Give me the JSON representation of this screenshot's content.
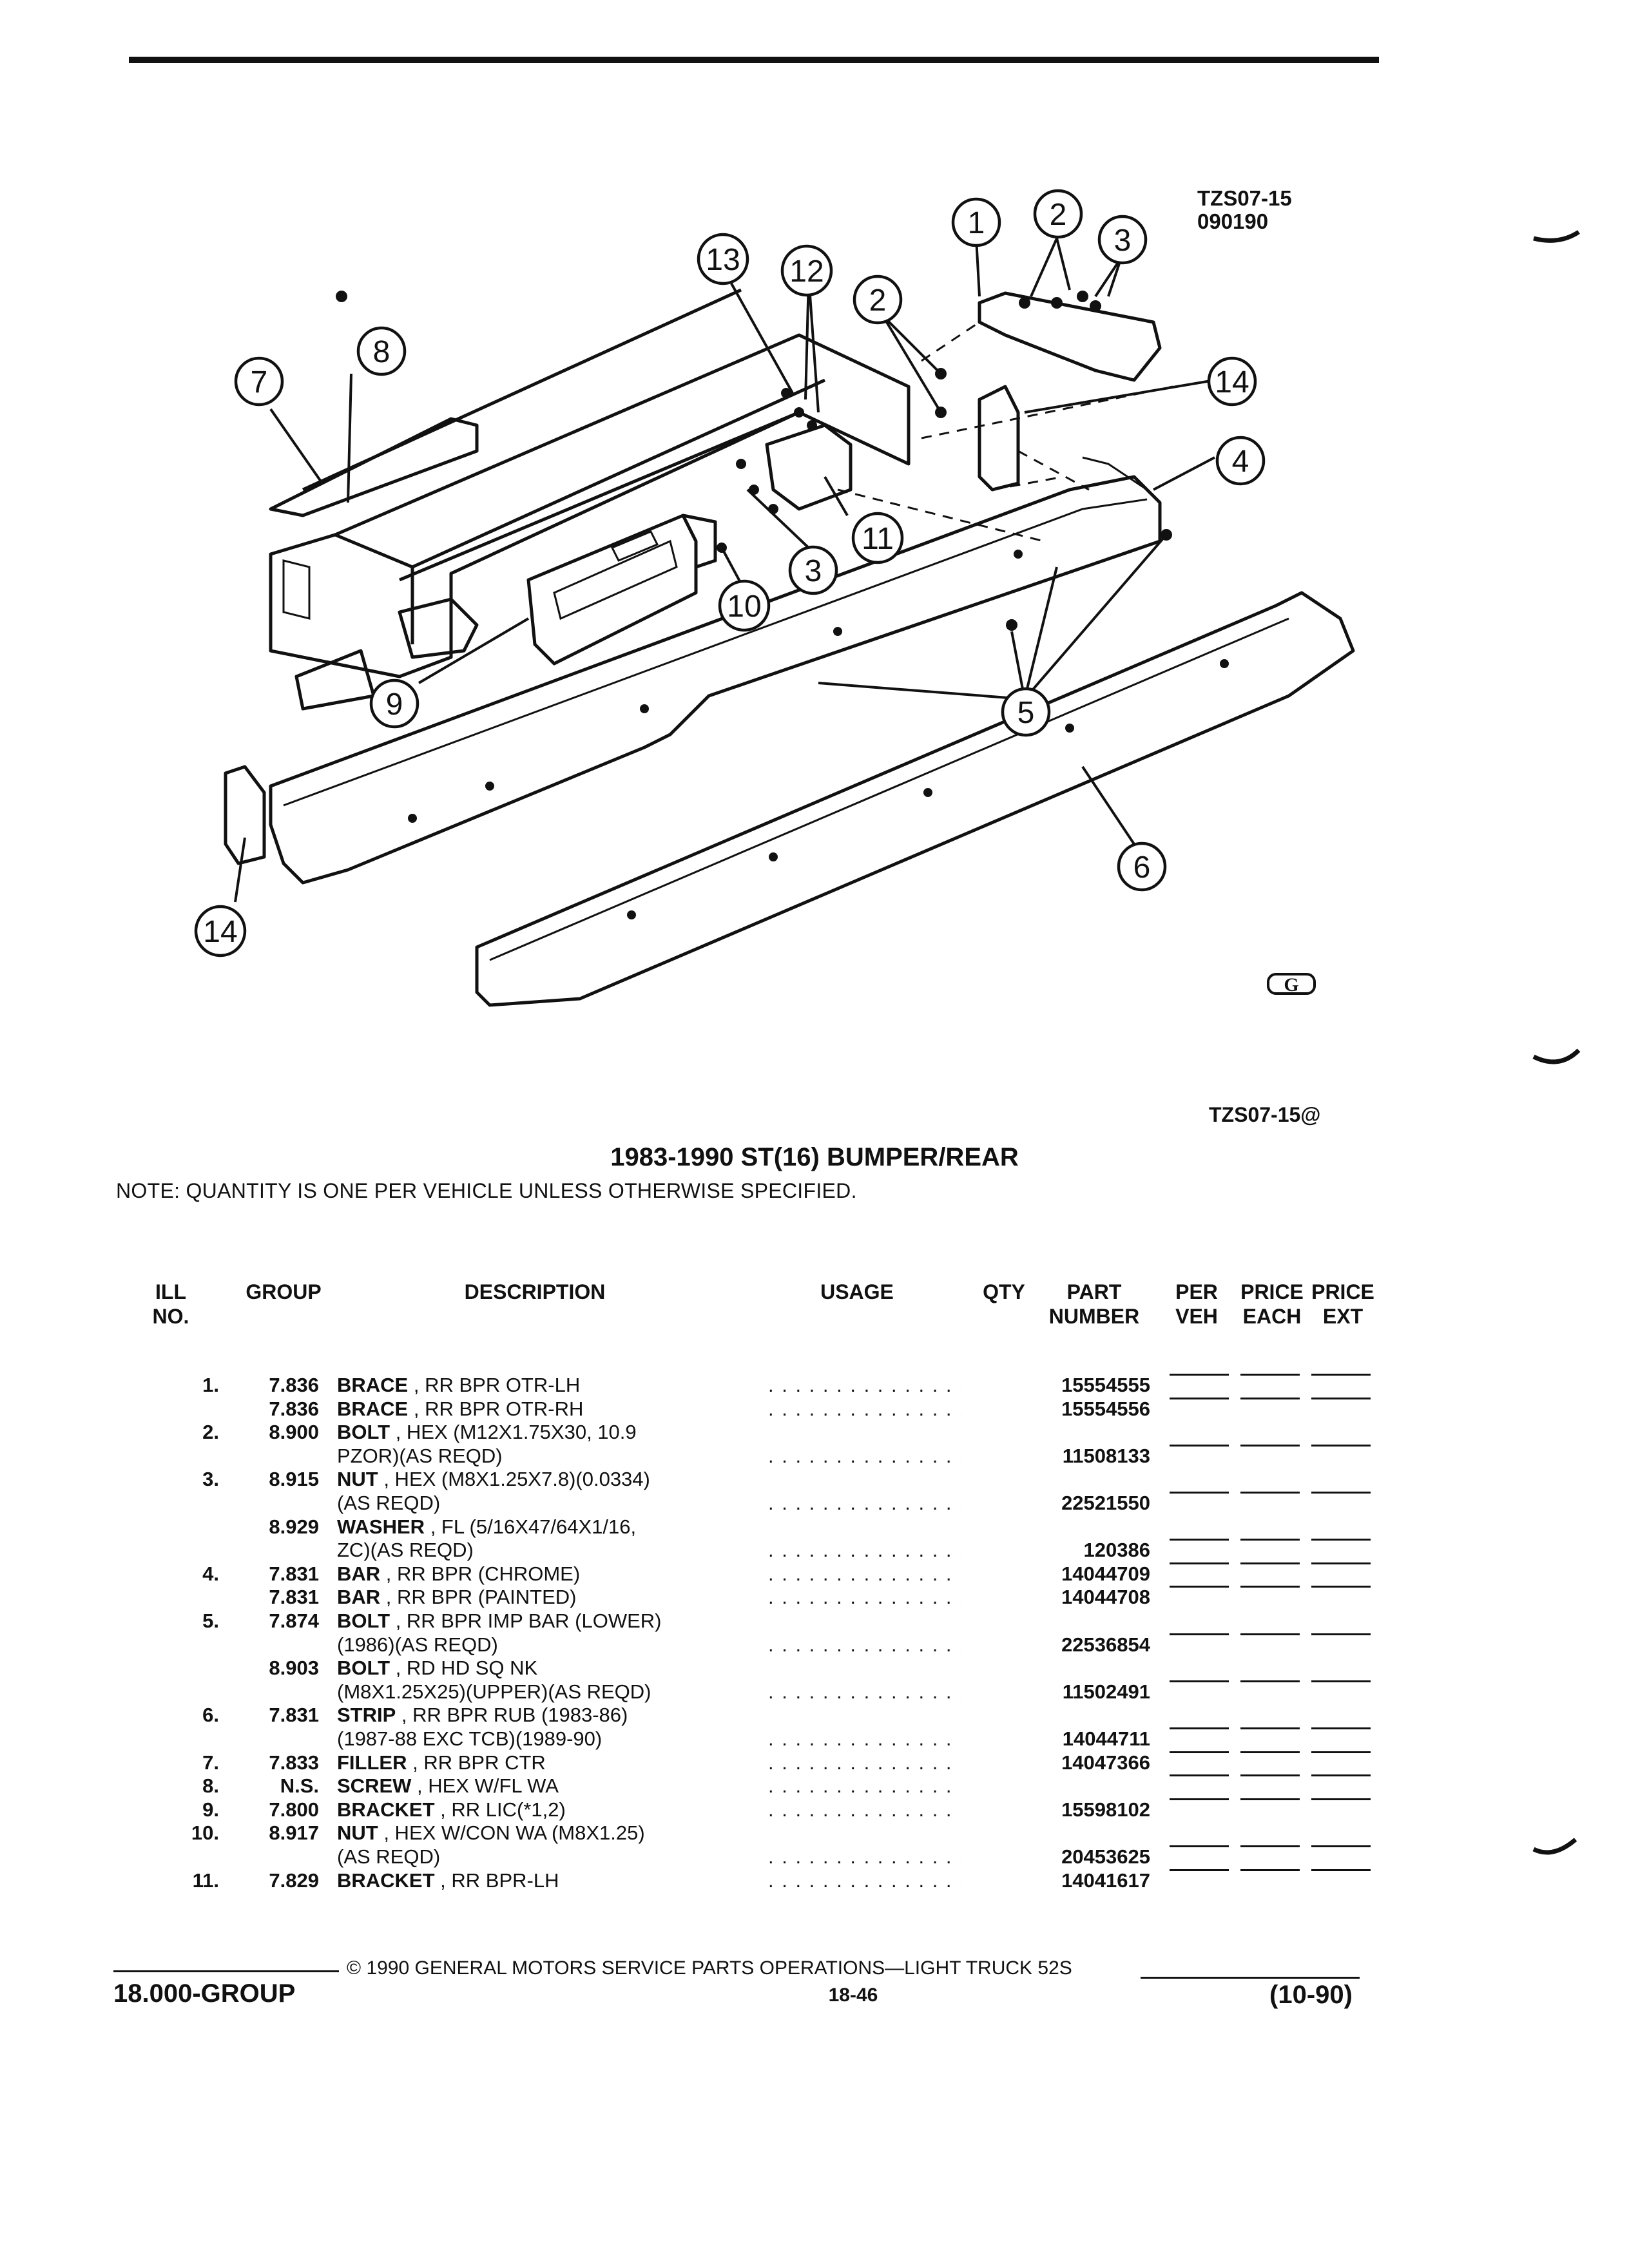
{
  "figure": {
    "code_top": "TZS07-15",
    "date_code": "090190",
    "code_bottom": "TZS07-15@",
    "logo_letter": "G",
    "callouts": [
      "1",
      "2",
      "3",
      "2",
      "12",
      "13",
      "8",
      "7",
      "14",
      "4",
      "11",
      "3",
      "10",
      "9",
      "5",
      "6",
      "14"
    ]
  },
  "page": {
    "title": "1983-1990 ST(16) BUMPER/REAR",
    "note": "NOTE:  QUANTITY IS ONE PER VEHICLE UNLESS OTHERWISE SPECIFIED."
  },
  "table": {
    "headers": {
      "ill": [
        "ILL",
        "NO."
      ],
      "group": "GROUP",
      "description": "DESCRIPTION",
      "usage": "USAGE",
      "qty": "QTY",
      "part": [
        "PART",
        "NUMBER"
      ],
      "per": [
        "PER",
        "VEH"
      ],
      "price_each": [
        "PRICE",
        "EACH"
      ],
      "price_ext": [
        "PRICE",
        "EXT"
      ]
    },
    "rows": [
      {
        "ill": "1.",
        "group": "7.836",
        "name": "BRACE",
        "desc": " , RR BPR OTR-LH",
        "part": "15554555",
        "blanks": true
      },
      {
        "ill": "",
        "group": "7.836",
        "name": "BRACE",
        "desc": " , RR BPR OTR-RH",
        "part": "15554556",
        "blanks": true
      },
      {
        "ill": "2.",
        "group": "8.900",
        "name": "BOLT",
        "desc": " , HEX (M12X1.75X30, 10.9",
        "part": "",
        "blanks": false
      },
      {
        "ill": "",
        "group": "",
        "name": "",
        "desc": "PZOR)(AS REQD)",
        "part": "11508133",
        "blanks": true
      },
      {
        "ill": "3.",
        "group": "8.915",
        "name": "NUT",
        "desc": " , HEX (M8X1.25X7.8)(0.0334)",
        "part": "",
        "blanks": false
      },
      {
        "ill": "",
        "group": "",
        "name": "",
        "desc": "(AS REQD)",
        "part": "22521550",
        "blanks": true
      },
      {
        "ill": "",
        "group": "8.929",
        "name": "WASHER",
        "desc": " , FL (5/16X47/64X1/16,",
        "part": "",
        "blanks": false
      },
      {
        "ill": "",
        "group": "",
        "name": "",
        "desc": "ZC)(AS REQD)",
        "part": "120386",
        "blanks": true
      },
      {
        "ill": "4.",
        "group": "7.831",
        "name": "BAR",
        "desc": " , RR BPR (CHROME)",
        "part": "14044709",
        "blanks": true
      },
      {
        "ill": "",
        "group": "7.831",
        "name": "BAR",
        "desc": " , RR BPR (PAINTED)",
        "part": "14044708",
        "blanks": true
      },
      {
        "ill": "5.",
        "group": "7.874",
        "name": "BOLT",
        "desc": " , RR BPR IMP BAR (LOWER)",
        "part": "",
        "blanks": false
      },
      {
        "ill": "",
        "group": "",
        "name": "",
        "desc": "(1986)(AS REQD)",
        "part": "22536854",
        "blanks": true
      },
      {
        "ill": "",
        "group": "8.903",
        "name": "BOLT",
        "desc": " , RD HD SQ NK",
        "part": "",
        "blanks": false
      },
      {
        "ill": "",
        "group": "",
        "name": "",
        "desc": "(M8X1.25X25)(UPPER)(AS REQD)",
        "part": "11502491",
        "blanks": true
      },
      {
        "ill": "6.",
        "group": "7.831",
        "name": "STRIP",
        "desc": " , RR BPR RUB (1983-86)",
        "part": "",
        "blanks": false
      },
      {
        "ill": "",
        "group": "",
        "name": "",
        "desc": "(1987-88 EXC TCB)(1989-90)",
        "part": "14044711",
        "blanks": true
      },
      {
        "ill": "7.",
        "group": "7.833",
        "name": "FILLER",
        "desc": " , RR BPR CTR",
        "part": "14047366",
        "blanks": true
      },
      {
        "ill": "8.",
        "group": "N.S.",
        "name": "SCREW",
        "desc": " , HEX W/FL WA",
        "part": "",
        "blanks": true
      },
      {
        "ill": "9.",
        "group": "7.800",
        "name": "BRACKET",
        "desc": " , RR LIC(*1,2)",
        "part": "15598102",
        "blanks": true
      },
      {
        "ill": "10.",
        "group": "8.917",
        "name": "NUT",
        "desc": " , HEX W/CON WA (M8X1.25)",
        "part": "",
        "blanks": false
      },
      {
        "ill": "",
        "group": "",
        "name": "",
        "desc": "(AS REQD)",
        "part": "20453625",
        "blanks": true
      },
      {
        "ill": "11.",
        "group": "7.829",
        "name": "BRACKET",
        "desc": " , RR BPR-LH",
        "part": "14041617",
        "blanks": true
      }
    ]
  },
  "footer": {
    "copyright": "© 1990  GENERAL MOTORS SERVICE PARTS OPERATIONS—LIGHT TRUCK 52S",
    "group": "18.000-GROUP",
    "page_number": "18-46",
    "date": "(10-90)"
  }
}
